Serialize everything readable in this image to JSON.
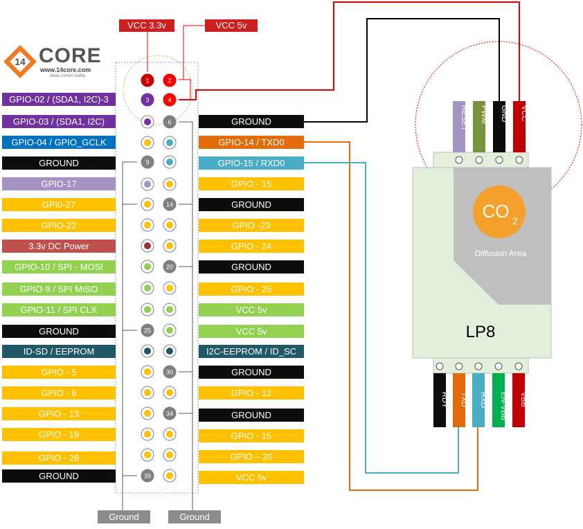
{
  "top_labels": {
    "vcc33": "VCC 3.3v",
    "vcc5": "VCC 5v"
  },
  "logo": {
    "name": "CORE",
    "badge": "14",
    "website": "www.14core.com",
    "tagline": "ideas comes reality"
  },
  "left_labels": [
    {
      "text": "GPIO-02 / (SDA1, I2C)-3",
      "color": "#7030a0"
    },
    {
      "text": "GPIO-03 / (SDA1, I2C)",
      "color": "#7030a0"
    },
    {
      "text": "GPIO-04 / GPIO_GCLK",
      "color": "#0070c0"
    },
    {
      "text": "GROUND",
      "color": "#0d0d0d"
    },
    {
      "text": "GPIO-17",
      "color": "#a592c5"
    },
    {
      "text": "GPI0-27",
      "color": "#ffc000"
    },
    {
      "text": "GPIO-22",
      "color": "#ffc000"
    },
    {
      "text": "3.3v DC Power",
      "color": "#c0504d"
    },
    {
      "text": "GPIO-10 / SPI - MOSI",
      "color": "#92d050"
    },
    {
      "text": "GPIO-9 / SPI MISO",
      "color": "#92d050"
    },
    {
      "text": "GPIO-11 / SPI CLK",
      "color": "#92d050"
    },
    {
      "text": "GROUND",
      "color": "#0d0d0d"
    },
    {
      "text": "ID-SD / EEPROM",
      "color": "#215868"
    },
    {
      "text": "GPIO - 5",
      "color": "#ffc000"
    },
    {
      "text": "GPIO - 6",
      "color": "#ffc000"
    },
    {
      "text": "GPIO - 13",
      "color": "#ffc000"
    },
    {
      "text": "GPIO - 19",
      "color": "#ffc000"
    },
    {
      "text": "GPIO - 28",
      "color": "#ffc000"
    },
    {
      "text": "GROUND",
      "color": "#0d0d0d"
    }
  ],
  "right_labels": [
    {
      "text": "GROUND",
      "color": "#0d0d0d"
    },
    {
      "text": "GPIO-14 / TXD0",
      "color": "#e36c0a"
    },
    {
      "text": "GPIO-15 / RXD0",
      "color": "#4bacc6"
    },
    {
      "text": "GPIO - 15",
      "color": "#ffc000"
    },
    {
      "text": "GROUND",
      "color": "#0d0d0d"
    },
    {
      "text": "GPIO -23",
      "color": "#ffc000"
    },
    {
      "text": "GPIO - 24",
      "color": "#ffc000"
    },
    {
      "text": "GROUND",
      "color": "#0d0d0d"
    },
    {
      "text": "GPIO - 25",
      "color": "#ffc000"
    },
    {
      "text": "VCC 5v",
      "color": "#92d050"
    },
    {
      "text": "VCC 5v",
      "color": "#92d050"
    },
    {
      "text": "I2C-EEPROM / ID_SC",
      "color": "#215868"
    },
    {
      "text": "GROUND",
      "color": "#0d0d0d"
    },
    {
      "text": "GPIO - 12",
      "color": "#ffc000"
    },
    {
      "text": "GROUND",
      "color": "#0d0d0d"
    },
    {
      "text": "GPIO - 15",
      "color": "#ffc000"
    },
    {
      "text": "GPIO – 20",
      "color": "#ffc000"
    },
    {
      "text": "VCC 5v",
      "color": "#ffc000"
    }
  ],
  "pins_odd": [
    {
      "label": "1",
      "fill": "#cc0000"
    },
    {
      "label": "3",
      "fill": "#7030a0"
    },
    {
      "label": "",
      "fill": "#7030a0"
    },
    {
      "label": "",
      "fill": "#ffc000"
    },
    {
      "label": "9",
      "fill": "#7f7f7f"
    },
    {
      "label": "",
      "fill": "#a592c5"
    },
    {
      "label": "",
      "fill": "#ffc000"
    },
    {
      "label": "",
      "fill": "#ffc000"
    },
    {
      "label": "",
      "fill": "#953735"
    },
    {
      "label": "",
      "fill": "#92d050"
    },
    {
      "label": "",
      "fill": "#92d050"
    },
    {
      "label": "",
      "fill": "#92d050"
    },
    {
      "label": "25",
      "fill": "#7f7f7f"
    },
    {
      "label": "",
      "fill": "#215868"
    },
    {
      "label": "",
      "fill": "#ffc000"
    },
    {
      "label": "",
      "fill": "#ffc000"
    },
    {
      "label": "",
      "fill": "#ffc000"
    },
    {
      "label": "",
      "fill": "#ffc000"
    },
    {
      "label": "",
      "fill": "#ffc000"
    },
    {
      "label": "39",
      "fill": "#7f7f7f"
    }
  ],
  "pins_even": [
    {
      "label": "2",
      "fill": "#ff0000"
    },
    {
      "label": "4",
      "fill": "#ff0000"
    },
    {
      "label": "6",
      "fill": "#7f7f7f"
    },
    {
      "label": "",
      "fill": "#4bacc6"
    },
    {
      "label": "",
      "fill": "#4bacc6"
    },
    {
      "label": "",
      "fill": "#ffc000"
    },
    {
      "label": "14",
      "fill": "#7f7f7f"
    },
    {
      "label": "",
      "fill": "#ffc000"
    },
    {
      "label": "",
      "fill": "#ffc000"
    },
    {
      "label": "20",
      "fill": "#7f7f7f"
    },
    {
      "label": "",
      "fill": "#ffc000"
    },
    {
      "label": "",
      "fill": "#92d050"
    },
    {
      "label": "",
      "fill": "#92d050"
    },
    {
      "label": "",
      "fill": "#215868"
    },
    {
      "label": "30",
      "fill": "#7f7f7f"
    },
    {
      "label": "",
      "fill": "#ffc000"
    },
    {
      "label": "34",
      "fill": "#7f7f7f"
    },
    {
      "label": "",
      "fill": "#ffc000"
    },
    {
      "label": "",
      "fill": "#ffc000"
    },
    {
      "label": "",
      "fill": "#ffc000"
    }
  ],
  "ground_boxes": [
    "Ground",
    "Ground"
  ],
  "sensor": {
    "name": "LP8",
    "co2_main": "CO",
    "co2_sub": "2",
    "diffusion": "Diffusion Area",
    "top_pins": [
      {
        "text": "RESET",
        "color": "#a592c5"
      },
      {
        "text": "PWM",
        "color": "#77933c"
      },
      {
        "text": "GND",
        "color": "#0d0d0d"
      },
      {
        "text": "VCC",
        "color": "#c00000"
      }
    ],
    "bottom_pins": [
      {
        "text": "RDY",
        "color": "#0d0d0d"
      },
      {
        "text": "TXD",
        "color": "#e36c0a"
      },
      {
        "text": "RXD",
        "color": "#4bacc6"
      },
      {
        "text": "EN-VBB",
        "color": "#00b050"
      },
      {
        "text": "VBB",
        "color": "#c00000"
      }
    ]
  },
  "colors": {
    "gnd_wire": "#000000",
    "vcc_wire": "#e00000",
    "tx_wire": "#e36c0a",
    "rx_wire": "#4bacc6",
    "connector": "#e2efda"
  }
}
